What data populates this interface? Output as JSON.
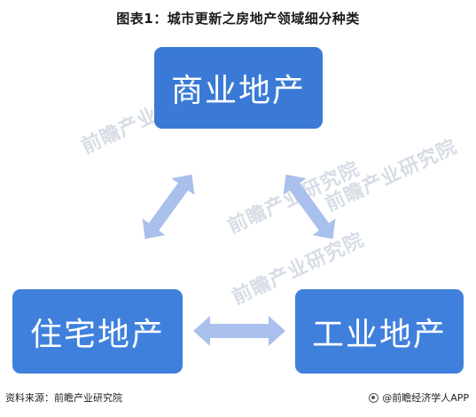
{
  "title": "图表1：城市更新之房地产领域细分种类",
  "nodes": {
    "top": "商业地产",
    "left": "住宅地产",
    "right": "工业地产"
  },
  "watermark": "前瞻产业研究院",
  "footer": {
    "source": "资料来源：前瞻产业研究院",
    "brand": "@前瞻经济学人APP"
  },
  "colors": {
    "box": "#3f80dc",
    "arrow": "#a9c0ec"
  }
}
